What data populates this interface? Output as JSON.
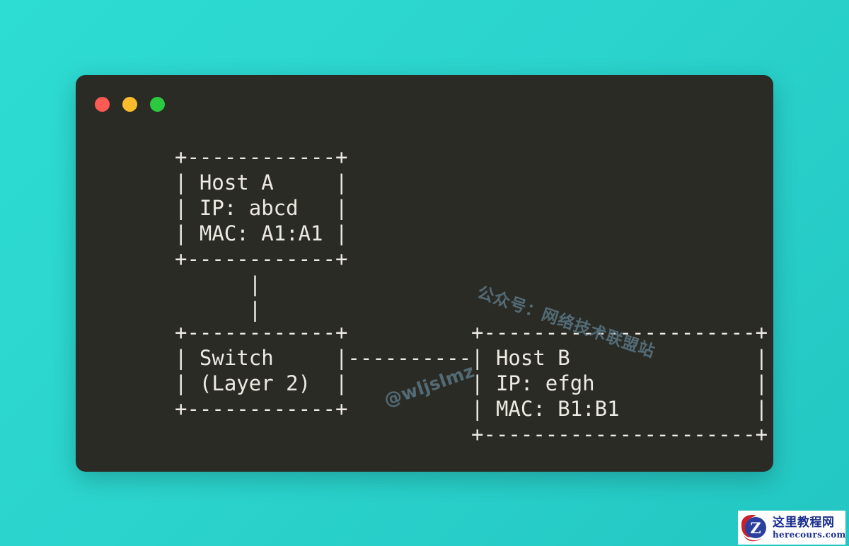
{
  "background": {
    "gradient_from": "#2ddcd3",
    "gradient_to": "#23c6c2"
  },
  "window": {
    "background_color": "#2b2b26",
    "text_color": "#eceae2",
    "traffic_lights": [
      {
        "name": "close",
        "color": "#fc5b55"
      },
      {
        "name": "minimize",
        "color": "#fdbc2c"
      },
      {
        "name": "maximize",
        "color": "#2bc93f"
      }
    ]
  },
  "diagram": {
    "type": "ascii-network-diagram",
    "description": "Host A connected through a Layer 2 Switch to Host B",
    "nodes": [
      {
        "id": "host-a",
        "title": "Host A",
        "ip_label": "IP: abcd",
        "mac_label": "MAC: A1:A1",
        "box_width_chars": 14
      },
      {
        "id": "switch",
        "title": "Switch",
        "subtitle": "(Layer 2)",
        "box_width_chars": 14
      },
      {
        "id": "host-b",
        "title": "Host B",
        "ip_label": "IP: efgh",
        "mac_label": "MAC: B1:B1",
        "box_width_chars": 24
      }
    ],
    "links": [
      {
        "from": "host-a",
        "to": "switch",
        "style": "vertical"
      },
      {
        "from": "switch",
        "to": "host-b",
        "style": "horizontal"
      }
    ],
    "lines": {
      "hosta_top": "+------------+",
      "hosta_title": "| Host A     |",
      "hosta_ip": "| IP: abcd   |",
      "hosta_mac": "| MAC: A1:A1 |",
      "hosta_bottom": "+------------+",
      "connector_1": "      |",
      "connector_2": "      |",
      "switch_top": "+------------+",
      "switch_title": "| Switch     |----------| Host B               |",
      "switch_sub": "| (Layer 2)  |          | IP: efgh             |",
      "switch_bottom": "+------------+          | MAC: B1:B1           |",
      "hostb_top": "                        +----------------------+",
      "hostb_bottom": "                        +----------------------+"
    }
  },
  "watermarks": {
    "chinese": "公众号：网络技术联盟站",
    "handle": "@wljslmz",
    "color": "#5f7d8c"
  },
  "site_badge": {
    "title": "这里教程网",
    "domain": "herecours.com",
    "logo_letter": "Z",
    "logo_circle_color": "#2b3f9e",
    "logo_accent_color": "#cc1f2a",
    "text_color": "#1b2f8f"
  }
}
